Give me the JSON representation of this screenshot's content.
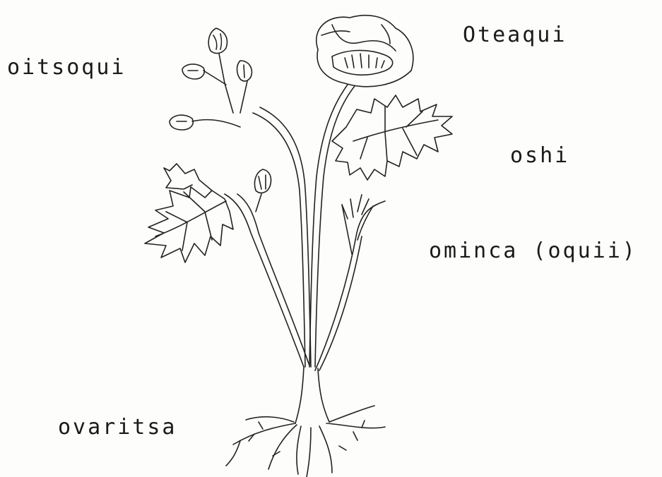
{
  "labels": {
    "flower": "Oteaqui",
    "bud": "oitsoqui",
    "leaf": "oshi",
    "stem": "ominca (oquii)",
    "root": "ovaritsa"
  }
}
